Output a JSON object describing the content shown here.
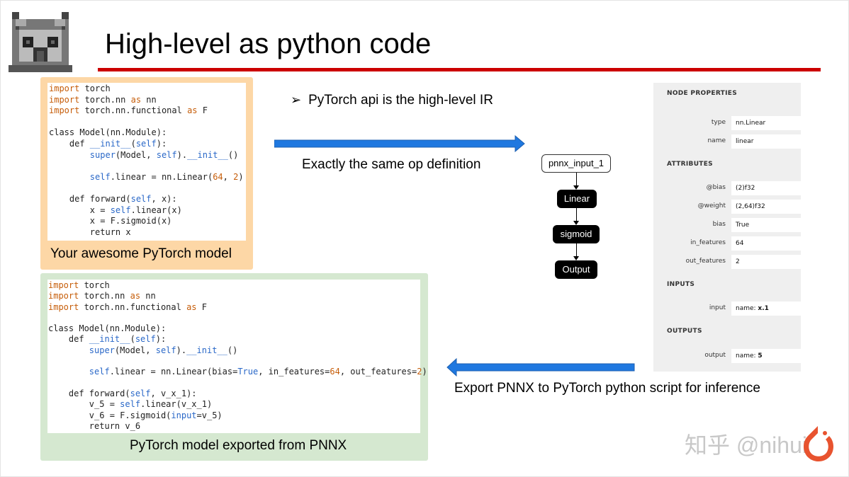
{
  "slide": {
    "title": "High-level as python code"
  },
  "top_panel": {
    "caption": "Your awesome PyTorch model",
    "code_lines": [
      [
        [
          "kw",
          "import"
        ],
        [
          "t",
          " torch"
        ]
      ],
      [
        [
          "kw",
          "import"
        ],
        [
          "t",
          " torch.nn "
        ],
        [
          "kw",
          "as"
        ],
        [
          "t",
          " nn"
        ]
      ],
      [
        [
          "kw",
          "import"
        ],
        [
          "t",
          " torch.nn.functional "
        ],
        [
          "kw",
          "as"
        ],
        [
          "t",
          " F"
        ]
      ],
      [],
      [
        [
          "t",
          "class Model(nn.Module):"
        ]
      ],
      [
        [
          "t",
          "    def "
        ],
        [
          "bi",
          "__init__"
        ],
        [
          "t",
          "("
        ],
        [
          "bi",
          "self"
        ],
        [
          "t",
          "):"
        ]
      ],
      [
        [
          "t",
          "        "
        ],
        [
          "bi",
          "super"
        ],
        [
          "t",
          "(Model, "
        ],
        [
          "bi",
          "self"
        ],
        [
          "t",
          ")."
        ],
        [
          "bi",
          "__init__"
        ],
        [
          "t",
          "()"
        ]
      ],
      [],
      [
        [
          "t",
          "        "
        ],
        [
          "bi",
          "self"
        ],
        [
          "t",
          ".linear = nn.Linear("
        ],
        [
          "nm",
          "64"
        ],
        [
          "t",
          ", "
        ],
        [
          "nm",
          "2"
        ],
        [
          "t",
          ")"
        ]
      ],
      [],
      [
        [
          "t",
          "    def forward("
        ],
        [
          "bi",
          "self"
        ],
        [
          "t",
          ", x):"
        ]
      ],
      [
        [
          "t",
          "        x = "
        ],
        [
          "bi",
          "self"
        ],
        [
          "t",
          ".linear(x)"
        ]
      ],
      [
        [
          "t",
          "        x = F.sigmoid(x)"
        ]
      ],
      [
        [
          "t",
          "        return x"
        ]
      ]
    ]
  },
  "bottom_panel": {
    "caption": "PyTorch model exported from PNNX",
    "code_lines": [
      [
        [
          "kw",
          "import"
        ],
        [
          "t",
          " torch"
        ]
      ],
      [
        [
          "kw",
          "import"
        ],
        [
          "t",
          " torch.nn "
        ],
        [
          "kw",
          "as"
        ],
        [
          "t",
          " nn"
        ]
      ],
      [
        [
          "kw",
          "import"
        ],
        [
          "t",
          " torch.nn.functional "
        ],
        [
          "kw",
          "as"
        ],
        [
          "t",
          " F"
        ]
      ],
      [],
      [
        [
          "t",
          "class Model(nn.Module):"
        ]
      ],
      [
        [
          "t",
          "    def "
        ],
        [
          "bi",
          "__init__"
        ],
        [
          "t",
          "("
        ],
        [
          "bi",
          "self"
        ],
        [
          "t",
          "):"
        ]
      ],
      [
        [
          "t",
          "        "
        ],
        [
          "bi",
          "super"
        ],
        [
          "t",
          "(Model, "
        ],
        [
          "bi",
          "self"
        ],
        [
          "t",
          ")."
        ],
        [
          "bi",
          "__init__"
        ],
        [
          "t",
          "()"
        ]
      ],
      [],
      [
        [
          "t",
          "        "
        ],
        [
          "bi",
          "self"
        ],
        [
          "t",
          ".linear = nn.Linear(bias="
        ],
        [
          "bi",
          "True"
        ],
        [
          "t",
          ", in_features="
        ],
        [
          "nm",
          "64"
        ],
        [
          "t",
          ", out_features="
        ],
        [
          "nm",
          "2"
        ],
        [
          "t",
          ")"
        ]
      ],
      [],
      [
        [
          "t",
          "    def forward("
        ],
        [
          "bi",
          "self"
        ],
        [
          "t",
          ", v_x_1):"
        ]
      ],
      [
        [
          "t",
          "        v_5 = "
        ],
        [
          "bi",
          "self"
        ],
        [
          "t",
          ".linear(v_x_1)"
        ]
      ],
      [
        [
          "t",
          "        v_6 = F.sigmoid("
        ],
        [
          "bi",
          "input"
        ],
        [
          "t",
          "=v_5)"
        ]
      ],
      [
        [
          "t",
          "        return v_6"
        ]
      ]
    ]
  },
  "notes": {
    "bullet_glyph": "➢",
    "bullet_text": "PyTorch api is the high-level IR",
    "same_op": "Exactly the same op definition",
    "export": "Export PNNX to PyTorch python script for inference"
  },
  "graph": {
    "nodes": [
      "pnnx_input_1",
      "Linear",
      "sigmoid",
      "Output"
    ]
  },
  "node_properties": {
    "header": "NODE PROPERTIES",
    "type_key": "type",
    "type_val": "nn.Linear",
    "name_key": "name",
    "name_val": "linear",
    "attributes_header": "ATTRIBUTES",
    "attributes": [
      {
        "key": "@bias",
        "val": "(2)f32"
      },
      {
        "key": "@weight",
        "val": "(2,64)f32"
      },
      {
        "key": "bias",
        "val": "True"
      },
      {
        "key": "in_features",
        "val": "64"
      },
      {
        "key": "out_features",
        "val": "2"
      }
    ],
    "inputs_header": "INPUTS",
    "input_key": "input",
    "input_prefix": "name: ",
    "input_val": "x.1",
    "outputs_header": "OUTPUTS",
    "output_key": "output",
    "output_prefix": "name: ",
    "output_val": "5"
  },
  "watermark": {
    "text": "知乎 @nihui"
  },
  "colors": {
    "title_rule": "#cc0000",
    "top_panel": "#fdd7a6",
    "bottom_panel": "#d5e8d0",
    "arrow": "#1f78e0",
    "keyword": "#c65d09",
    "builtin": "#2a68c8",
    "logo_ring": "#e8532f"
  },
  "icons": {
    "top_left": "pixel-cat-logo-icon",
    "bottom_right": "pytorch-flame-logo-icon"
  }
}
